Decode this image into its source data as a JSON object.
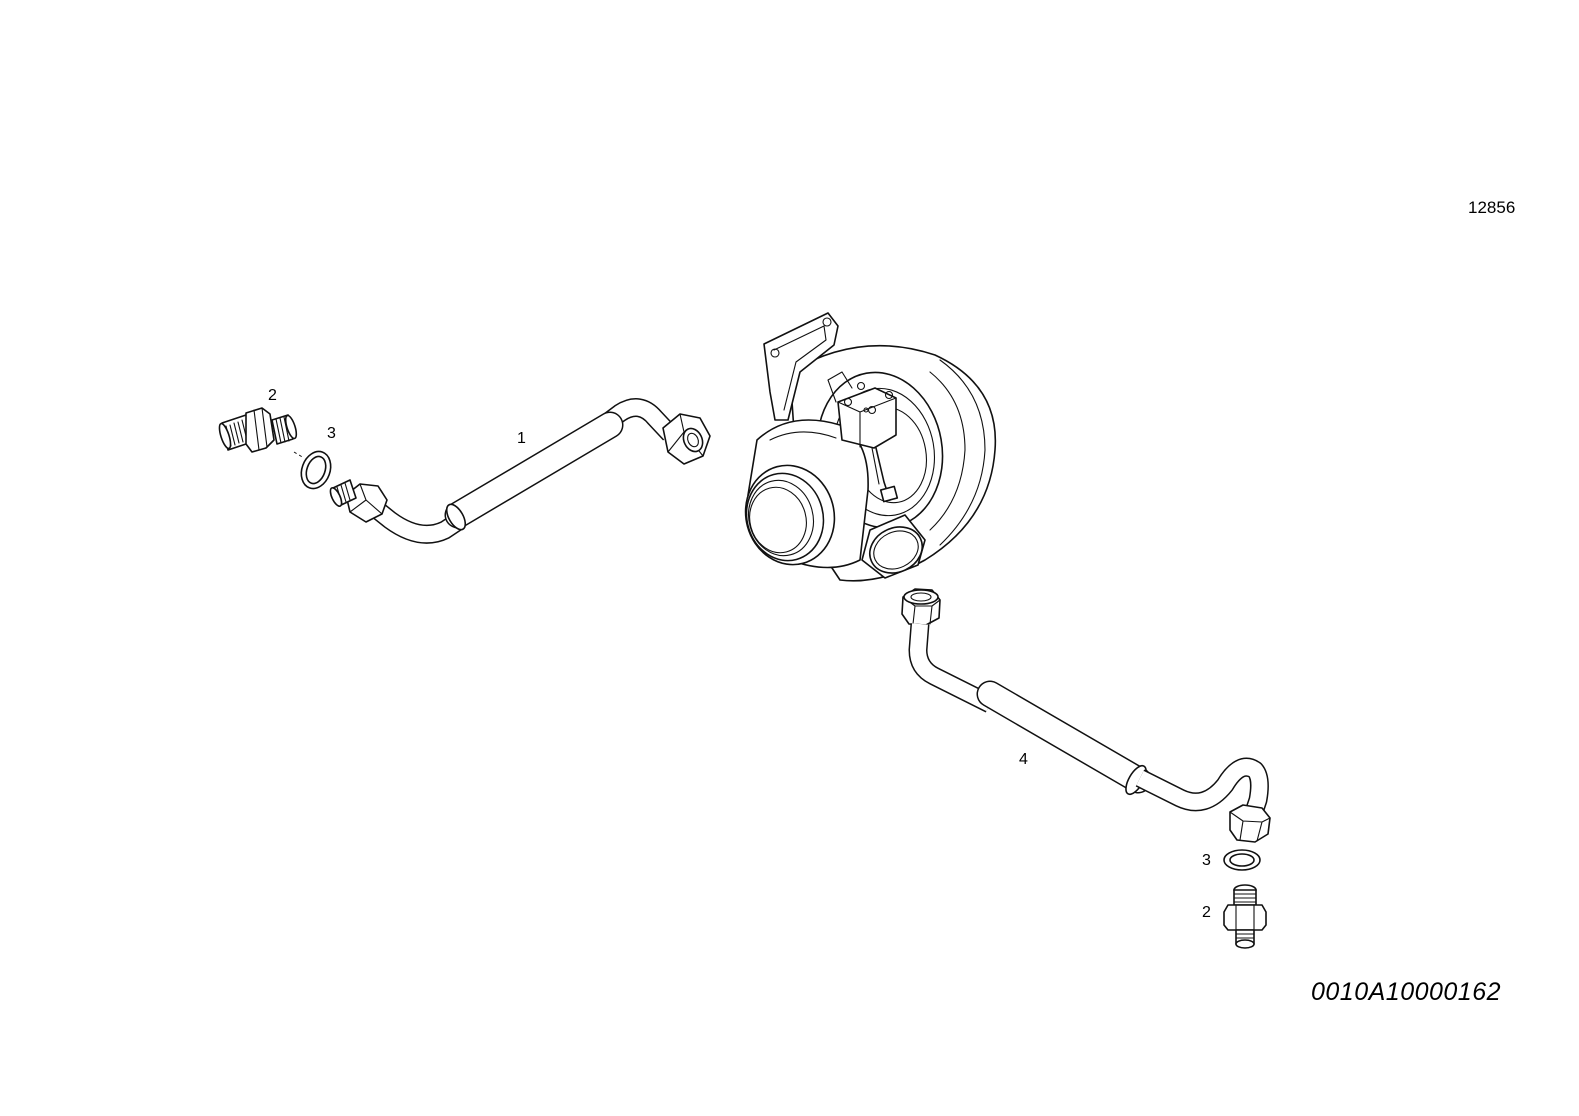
{
  "reference_number": "12856",
  "drawing_code": "0010A10000162",
  "callouts": [
    {
      "id": "oil-feed-pipe",
      "label": "1"
    },
    {
      "id": "adapter-left",
      "label": "2"
    },
    {
      "id": "washer-left",
      "label": "3"
    },
    {
      "id": "oil-return-pipe",
      "label": "4"
    },
    {
      "id": "washer-right",
      "label": "3"
    },
    {
      "id": "adapter-right",
      "label": "2"
    }
  ],
  "parts": {
    "turbocharger": "turbocharger-assembly",
    "feed_pipe": "oil-feed-pipe",
    "return_pipe": "oil-return-pipe",
    "adapter": "adapter-fitting",
    "washer": "sealing-washer"
  }
}
